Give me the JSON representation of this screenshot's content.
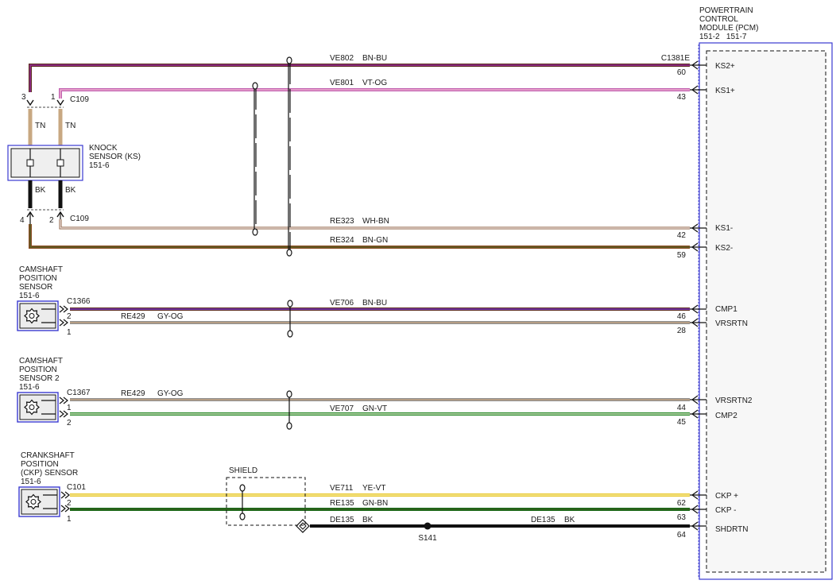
{
  "pcm": {
    "title_lines": [
      "POWERTRAIN",
      "CONTROL",
      "MODULE (PCM)",
      "151-2   151-7"
    ],
    "pins": [
      {
        "id": "ks2p",
        "label": "KS2+"
      },
      {
        "id": "ks1p",
        "label": "KS1+"
      },
      {
        "id": "ks1m",
        "label": "KS1-"
      },
      {
        "id": "ks2m",
        "label": "KS2-"
      },
      {
        "id": "cmp1",
        "label": "CMP1"
      },
      {
        "id": "vrsrtn",
        "label": "VRSRTN"
      },
      {
        "id": "vrsrtn2",
        "label": "VRSRTN2"
      },
      {
        "id": "cmp2",
        "label": "CMP2"
      },
      {
        "id": "ckpp",
        "label": "CKP +"
      },
      {
        "id": "ckpm",
        "label": "CKP -"
      },
      {
        "id": "shdrtn",
        "label": "SHDRTN"
      }
    ]
  },
  "pcm_connector": "C1381E",
  "wires": [
    {
      "id": "ve802",
      "circuit": "VE802",
      "color_code": "BN-BU",
      "pin": "60",
      "colors": [
        "#5a2a1a",
        "#2a2ad0"
      ]
    },
    {
      "id": "ve801",
      "circuit": "VE801",
      "color_code": "VT-OG",
      "pin": "43",
      "colors": [
        "#c070c0",
        "#f0a060"
      ]
    },
    {
      "id": "re323",
      "circuit": "RE323",
      "color_code": "WH-BN",
      "pin": "42",
      "colors": [
        "#f4f4f4",
        "#7a4a2a"
      ]
    },
    {
      "id": "re324",
      "circuit": "RE324",
      "color_code": "BN-GN",
      "pin": "59",
      "colors": [
        "#7a4a2a",
        "#2a8a2a"
      ]
    },
    {
      "id": "ve706",
      "circuit": "VE706",
      "color_code": "BN-BU",
      "pin": "46",
      "colors": [
        "#5a2a1a",
        "#6a2ad0"
      ]
    },
    {
      "id": "re429a",
      "circuit": "RE429",
      "color_code": "GY-OG",
      "pin": "28",
      "colors": [
        "#a0a0a0",
        "#e09050"
      ]
    },
    {
      "id": "re429b",
      "circuit": "RE429",
      "color_code": "GY-OG",
      "pin": "44",
      "colors": [
        "#a0a0a0",
        "#e09050"
      ]
    },
    {
      "id": "ve707",
      "circuit": "VE707",
      "color_code": "GN-VT",
      "pin": "45",
      "colors": [
        "#2a8a2a",
        "#b080c0"
      ]
    },
    {
      "id": "ve711",
      "circuit": "VE711",
      "color_code": "YE-VT",
      "pin": "",
      "colors": [
        "#f0d040",
        "#c090c0"
      ]
    },
    {
      "id": "re135",
      "circuit": "RE135",
      "color_code": "GN-BN",
      "pin": "62",
      "colors": [
        "#1a7a1a",
        "#3a3a1a"
      ]
    },
    {
      "id": "de135a",
      "circuit": "DE135",
      "color_code": "BK",
      "pin": "63",
      "colors": [
        "#111111",
        "#111111"
      ]
    },
    {
      "id": "de135b",
      "circuit": "DE135",
      "color_code": "BK",
      "pin": "64",
      "colors": [
        "#111111",
        "#111111"
      ]
    }
  ],
  "knock_sensor": {
    "name_lines": [
      "KNOCK",
      "SENSOR (KS)",
      "151-6"
    ],
    "connector": "C109",
    "top_pins": [
      "3",
      "1"
    ],
    "bottom_pins": [
      "4",
      "2"
    ],
    "wire_top": "TN",
    "wire_bottom": "BK"
  },
  "camshaft_sensor_1": {
    "name_lines": [
      "CAMSHAFT",
      "POSITION",
      "SENSOR",
      "151-6"
    ],
    "connector": "C1366",
    "pins": [
      "2",
      "1"
    ]
  },
  "camshaft_sensor_2": {
    "name_lines": [
      "CAMSHAFT",
      "POSITION",
      "SENSOR 2",
      "151-6"
    ],
    "connector": "C1367",
    "pins": [
      "1",
      "2"
    ]
  },
  "crankshaft_sensor": {
    "name_lines": [
      "CRANKSHAFT",
      "POSITION",
      "(CKP) SENSOR",
      "151-6"
    ],
    "connector": "C101",
    "pins": [
      "2",
      "1"
    ]
  },
  "shield": {
    "label": "SHIELD"
  },
  "splice": {
    "label": "S141"
  },
  "colors": {
    "frame": "#3a3ad0",
    "line": "#111111"
  }
}
